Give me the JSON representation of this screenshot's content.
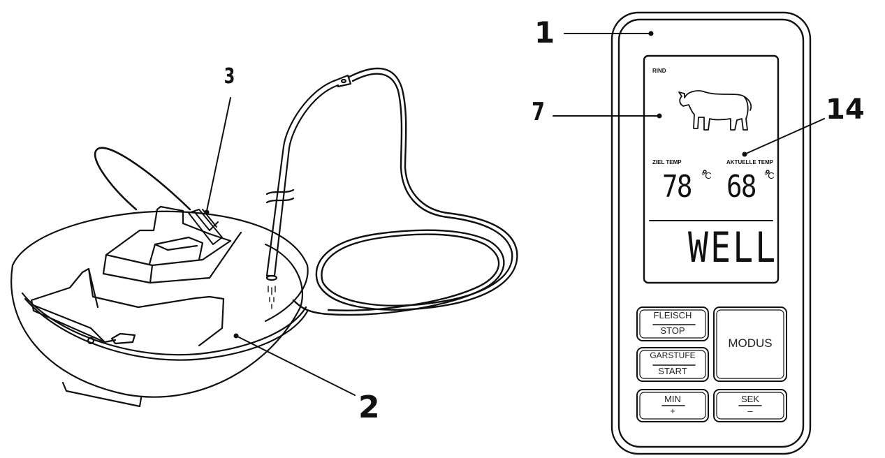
{
  "callouts": {
    "c1": "1",
    "c2": "2",
    "c3": "3",
    "c7": "7",
    "c14": "14"
  },
  "display": {
    "meat_label": "RIND",
    "target_label": "ZIEL TEMP",
    "current_label": "AKTUELLE TEMP",
    "target_value": "78",
    "current_value": "68",
    "unit": "°C",
    "doneness": "WELL"
  },
  "buttons": {
    "meat_top": "FLEISCH",
    "meat_bottom": "STOP",
    "level_top": "GARSTUFE",
    "level_bottom": "START",
    "mode": "MODUS",
    "min_top": "MIN",
    "min_bottom": "+",
    "sec_top": "SEK",
    "sec_bottom": "–"
  }
}
